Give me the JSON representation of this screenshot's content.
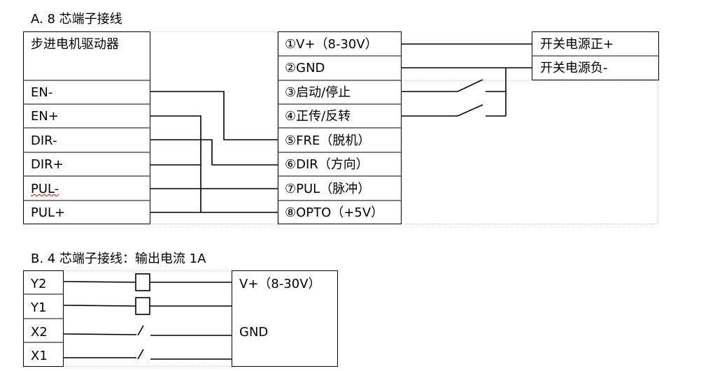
{
  "section_a": {
    "title": "A. 8 芯端子接线",
    "driver": {
      "header": "步进电机驱动器",
      "pins": [
        "EN-",
        "EN+",
        "DIR-",
        "DIR+",
        "PUL-",
        "PUL+"
      ]
    },
    "terminals": [
      "①V+（8-30V）",
      "②GND",
      "③启动/停止",
      "④正传/反转",
      "⑤FRE（脱机）",
      "⑥DIR（方向）",
      "⑦PUL（脉冲）",
      "⑧OPTO（+5V）"
    ],
    "power": [
      "开关电源正+",
      "开关电源负-"
    ]
  },
  "section_b": {
    "title": "B. 4 芯端子接线：输出电流 1A",
    "pins": [
      "Y2",
      "Y1",
      "X2",
      "X1"
    ],
    "right_labels": [
      "V+（8-30V）",
      "GND"
    ]
  }
}
